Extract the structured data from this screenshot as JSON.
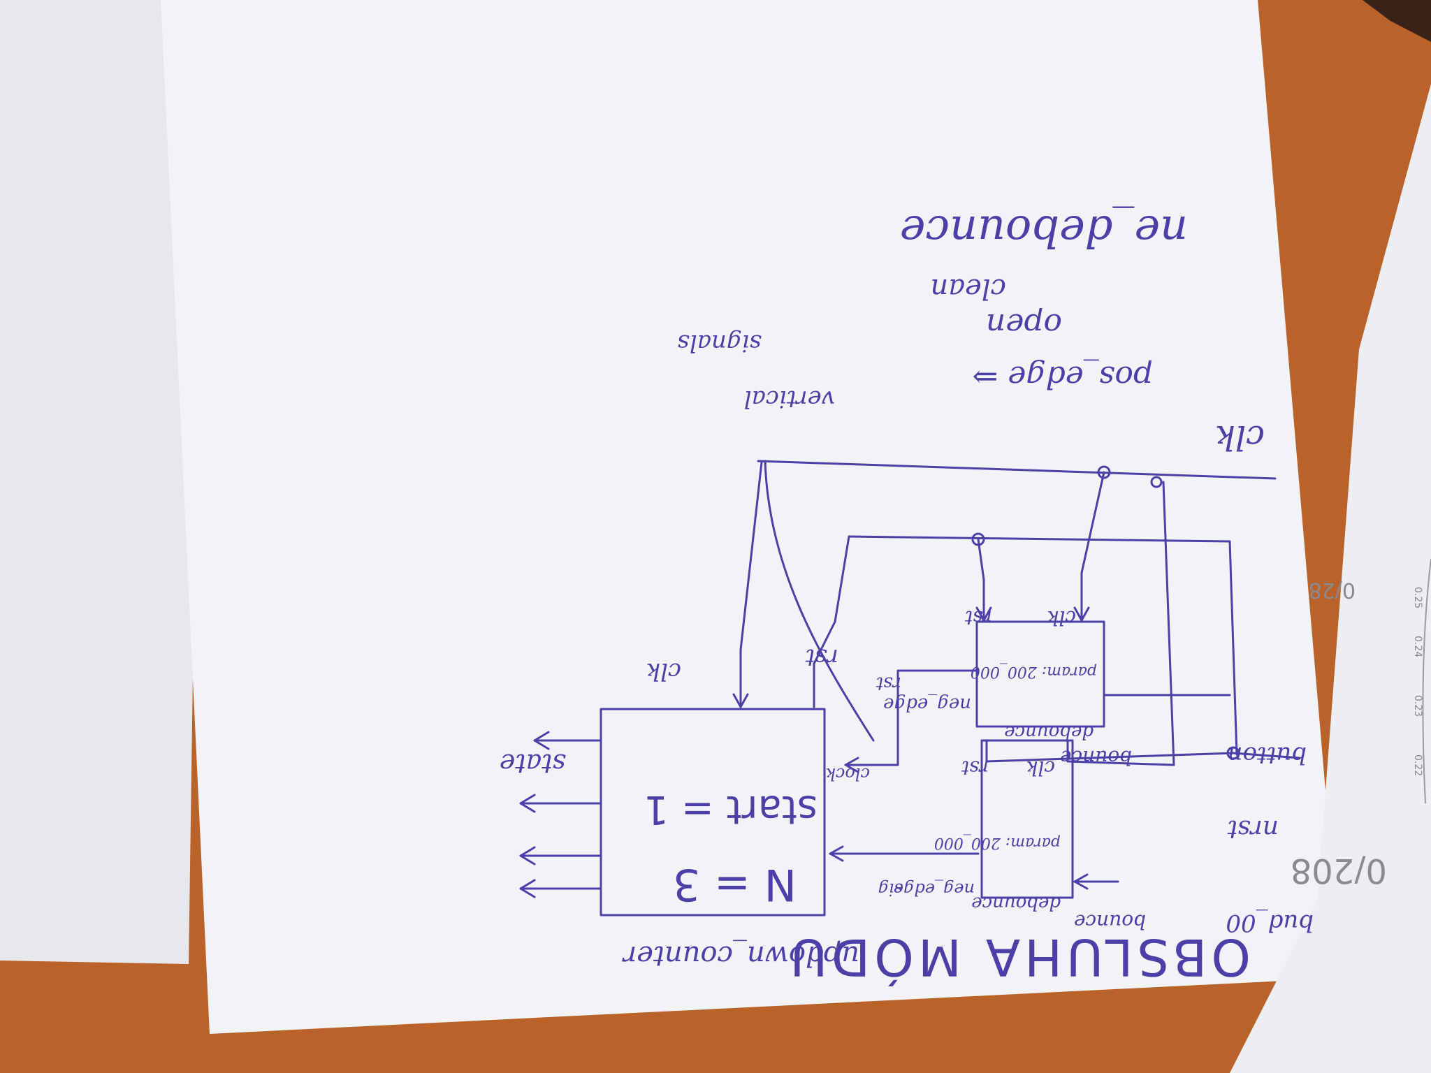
{
  "sheet": {
    "title": "OBSLUHA MÓDU",
    "nrst_vertical": "nrst"
  },
  "debounce_upper": {
    "input": "bud_00",
    "input_caption": "bounce",
    "name": "debounce",
    "param": "param: 200_000",
    "clk": "clk",
    "rst": "rst",
    "output": "neg_edge",
    "output2": "sig"
  },
  "debounce_lower": {
    "input": "button",
    "input_caption": "bounce",
    "name": "debounce",
    "param": "param: 200_000",
    "clk": "clk",
    "rst": "rst",
    "output": "neg_edge",
    "output2": "rst"
  },
  "counter": {
    "title": "updown_counter",
    "n_label": "N = 3",
    "start_label": "start = 1",
    "clk": "clk",
    "rst": "rst",
    "clock": "clock",
    "state": "state"
  },
  "notes": {
    "posedge": "pos_edge ⇒",
    "clean": "clean",
    "open": "open",
    "ne_debounce": "ne_debounce",
    "vertical": "vertical",
    "signals": "signals",
    "clk_bus": "clk"
  },
  "ruler": {
    "ticks": [
      "0.22",
      "0.23",
      "0.24",
      "0.25"
    ],
    "note": "0/208",
    "note2": "0/28"
  },
  "colors": {
    "ink": "#4d3fa8",
    "paper": "#f2f3f6",
    "desk": "#b9622a"
  }
}
